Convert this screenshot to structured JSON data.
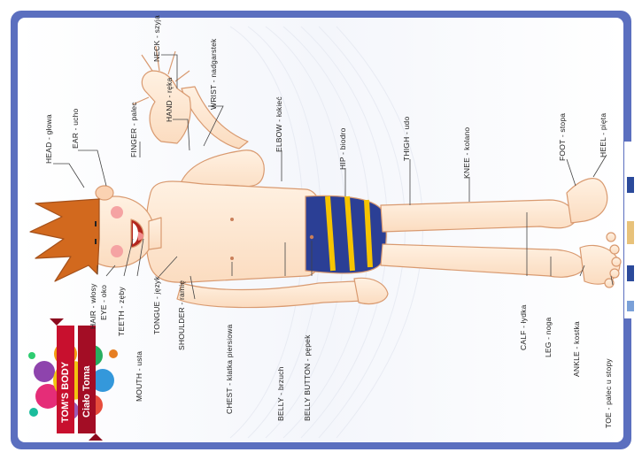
{
  "title": {
    "line1": "TOM'S BODY",
    "line2": "Ciało Toma"
  },
  "labels": {
    "hair": "HAIR - włosy",
    "head": "HEAD - głowa",
    "eye": "EYE - oko",
    "ear": "EAR - ucho",
    "teeth": "TEETH - zęby",
    "mouth": "MOUTH - usta",
    "tongue": "TONGUE - język",
    "finger": "FINGER - palec",
    "neck": "NECK - szyja",
    "hand": "HAND - ręka",
    "wrist": "WRIST - nadgarstek",
    "shoulder": "SHOULDER - ramię",
    "elbow": "ELBOW - łokieć",
    "chest": "CHEST - klatka piersiowa",
    "belly": "BELLY - brzuch",
    "belly_button": "BELLY BUTTON - pępek",
    "hip": "HIP - biodro",
    "thigh": "THIGH - udo",
    "knee": "KNEE - kolano",
    "calf": "CALF - łydka",
    "leg": "LEG - noga",
    "ankle": "ANKLE - kostka",
    "foot": "FOOT - stopa",
    "heel": "HEEL - pięta",
    "toe": "TOE - palec u stopy"
  },
  "colors": {
    "frame": "#5b6fbf",
    "background": "#ffffff",
    "skin": "#fde7cf",
    "skin_outline": "#e0a57c",
    "hair": "#d2691e",
    "shorts_blue": "#2b3f95",
    "shorts_yellow": "#f6c400",
    "ribbon": "#c8102e"
  }
}
